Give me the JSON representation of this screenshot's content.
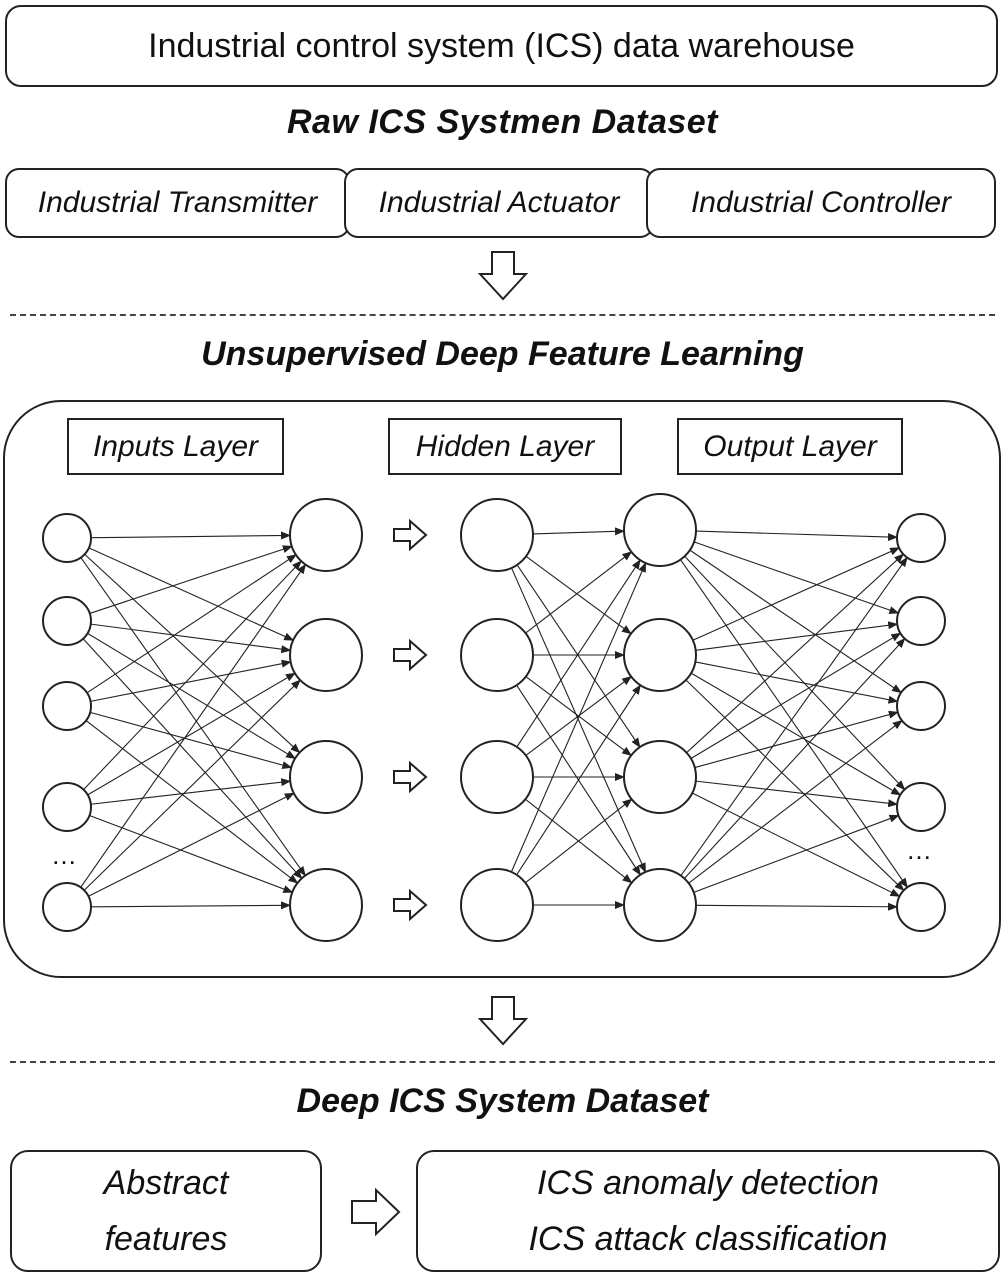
{
  "warehouse": "Industrial control system (ICS) data warehouse",
  "raw_heading": "Raw ICS  Systmen Dataset",
  "sources": [
    "Industrial Transmitter",
    "Industrial Actuator",
    "Industrial Controller"
  ],
  "learning_heading": "Unsupervised Deep Feature Learning",
  "layers": {
    "inputs": "Inputs Layer",
    "hidden": "Hidden Layer",
    "output": "Output Layer"
  },
  "ellipsis": "…",
  "deep_heading": "Deep ICS System Dataset",
  "abstract": [
    "Abstract",
    "features"
  ],
  "tasks": [
    "ICS anomaly detection",
    "ICS attack classification"
  ]
}
